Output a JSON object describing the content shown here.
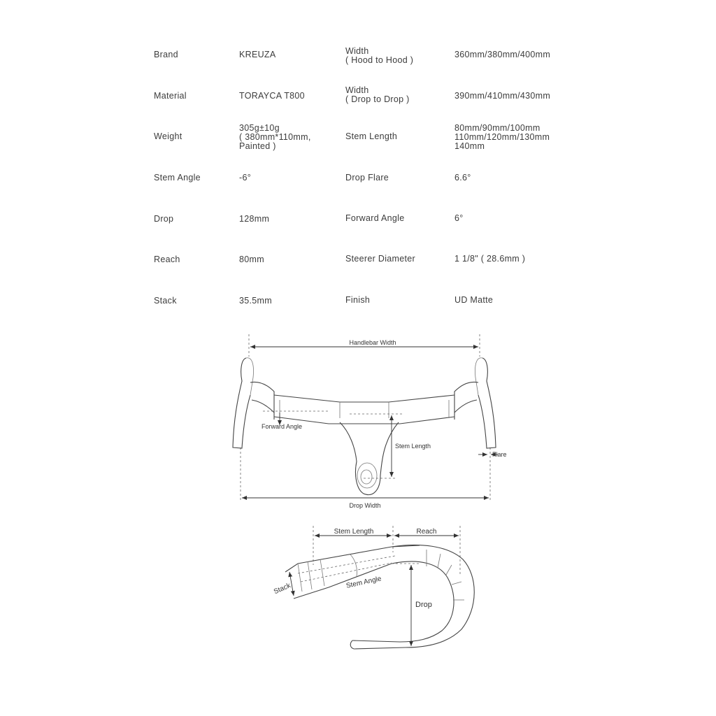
{
  "specs": {
    "left": [
      {
        "label": "Brand",
        "value": "KREUZA"
      },
      {
        "label": "Material",
        "value": "TORAYCA T800"
      },
      {
        "label": "Weight",
        "value": "305g±10g\n( 380mm*110mm,\nPainted )"
      },
      {
        "label": "Stem Angle",
        "value": "-6°"
      },
      {
        "label": "Drop",
        "value": "128mm"
      },
      {
        "label": "Reach",
        "value": "80mm"
      },
      {
        "label": "Stack",
        "value": "35.5mm"
      }
    ],
    "right": [
      {
        "label": "Width\n( Hood to Hood )",
        "value": "360mm/380mm/400mm"
      },
      {
        "label": "Width\n( Drop to Drop )",
        "value": "390mm/410mm/430mm"
      },
      {
        "label": "Stem Length",
        "value": "80mm/90mm/100mm\n110mm/120mm/130mm\n140mm"
      },
      {
        "label": "Drop Flare",
        "value": "6.6°"
      },
      {
        "label": "Forward Angle",
        "value": "6°"
      },
      {
        "label": "Steerer Diameter",
        "value": "1 1/8\" ( 28.6mm )"
      },
      {
        "label": "Finish",
        "value": "UD Matte"
      }
    ]
  },
  "front_view": {
    "handlebar_width": "Handlebar Width",
    "forward_angle": "Forward Angle",
    "stem_length": "Stem Length",
    "flare": "Flare",
    "drop_width": "Drop Width"
  },
  "side_view": {
    "stem_length": "Stem Length",
    "reach": "Reach",
    "stack": "Stack",
    "stem_angle": "Stem Angle",
    "drop": "Drop"
  }
}
